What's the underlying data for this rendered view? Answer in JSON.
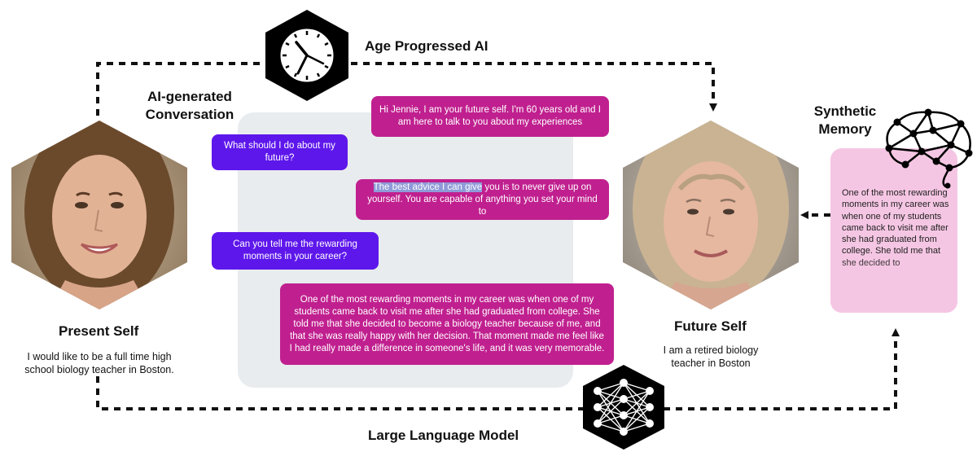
{
  "labels": {
    "age_progressed": "Age Progressed AI",
    "ai_conversation": "AI-generated Conversation",
    "synthetic_memory": "Synthetic Memory",
    "large_language_model": "Large Language Model",
    "present_self": "Present Self",
    "future_self": "Future Self"
  },
  "present_self": {
    "description": "I would like to be a full time high school biology teacher in Boston."
  },
  "future_self": {
    "description": "I am a retired biology teacher in Boston"
  },
  "conversation": {
    "msg1": "Hi Jennie, I am your future self. I'm 60 years old and I am here to talk to you about my experiences",
    "msg2": "What should I do about my future?",
    "msg3_highlight": "The best advice I can give",
    "msg3_rest": " you is to never give up on yourself. You are capable of anything you set your mind to",
    "msg4": "Can you tell me the rewarding moments in your career?",
    "msg5": "One of the most rewarding moments in my career was when one of my students came back to visit me after she had graduated from college. She told me that she decided to become a biology teacher because of me, and that she was really happy with her decision. That moment made me feel like I had really made a difference in someone's life, and it was very memorable."
  },
  "memory": {
    "text": "One of the most rewarding moments in my career was when one of my students came back to visit me after she had graduated from college. She told me that she decided to"
  },
  "colors": {
    "ai_bubble": "#c0208f",
    "user_bubble": "#5e17eb",
    "panel": "#e8ecee",
    "memory_card": "#f5c6e3"
  }
}
